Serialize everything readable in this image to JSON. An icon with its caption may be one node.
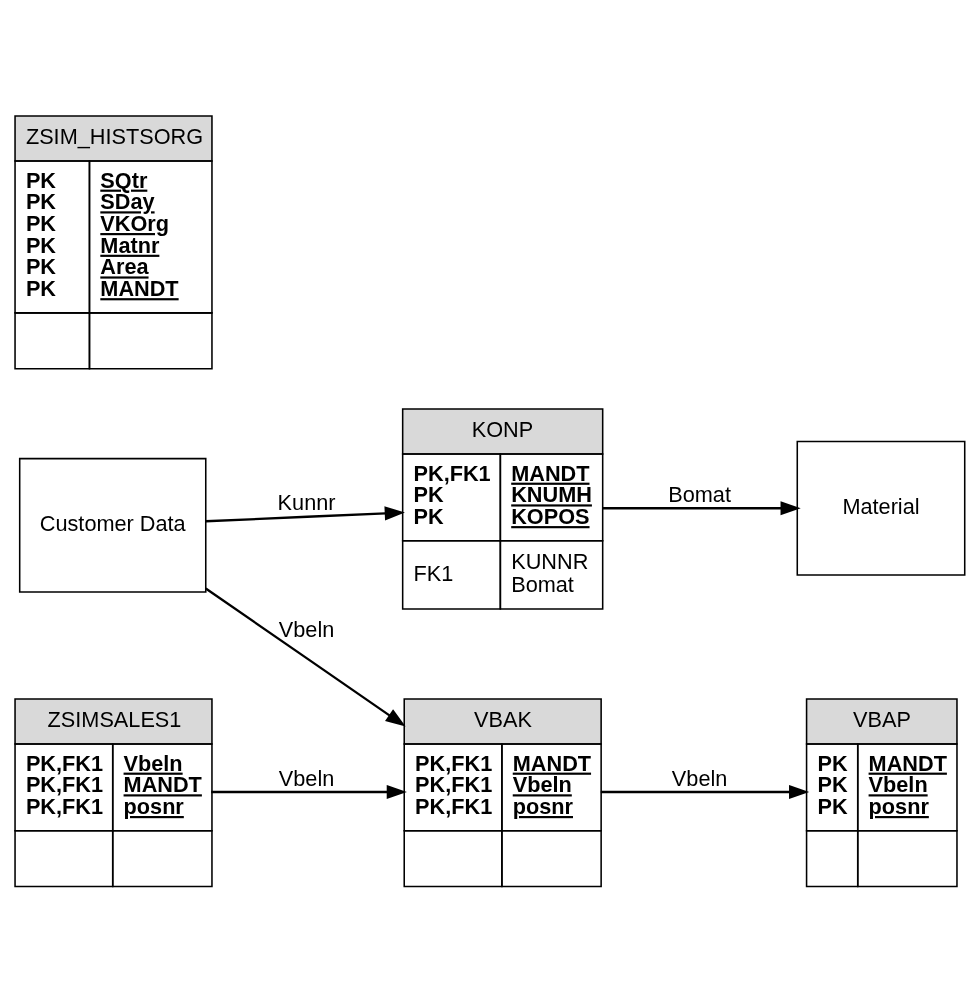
{
  "diagram": {
    "nodes": [
      {
        "text": [
          "KONP",
          "PK,FK1 PK PK",
          "MANDT KNUMH KOPOS",
          "FK1",
          "KUNNR Bomat"
        ]
      },
      {
        "text": [
          "Material"
        ]
      },
      {
        "text": [
          "Customer Data"
        ]
      },
      {
        "text": [
          "VBAK",
          "PK,FK1 PK,FK1 PK,FK1",
          "MANDT Vbeln posnr"
        ]
      },
      {
        "text": [
          "VBAP",
          "PK PK PK",
          "MANDT Vbeln posnr"
        ]
      },
      {
        "text": [
          "ZSIM_HISTSORG",
          "PK PK PK PK PK PK",
          "SQtr SDay VKOrg Matnr Area MANDT"
        ]
      },
      {
        "text": [
          "ZSIMSALES1",
          "PK,FK1 PK,FK1 PK,FK1",
          "Vbeln MANDT posnr"
        ]
      }
    ],
    "edges": [
      {
        "from": 2,
        "to": 0,
        "arrow": "to",
        "label": "Kunnr"
      },
      {
        "from": 0,
        "to": 1,
        "arrow": "to",
        "label": "Bomat"
      },
      {
        "from": 2,
        "to": 3,
        "arrow": "to",
        "label": "Vbeln"
      },
      {
        "from": 3,
        "to": 4,
        "arrow": "to",
        "label": "Vbeln"
      },
      {
        "from": 6,
        "to": 3,
        "arrow": "to",
        "label": "Vbeln"
      }
    ]
  }
}
